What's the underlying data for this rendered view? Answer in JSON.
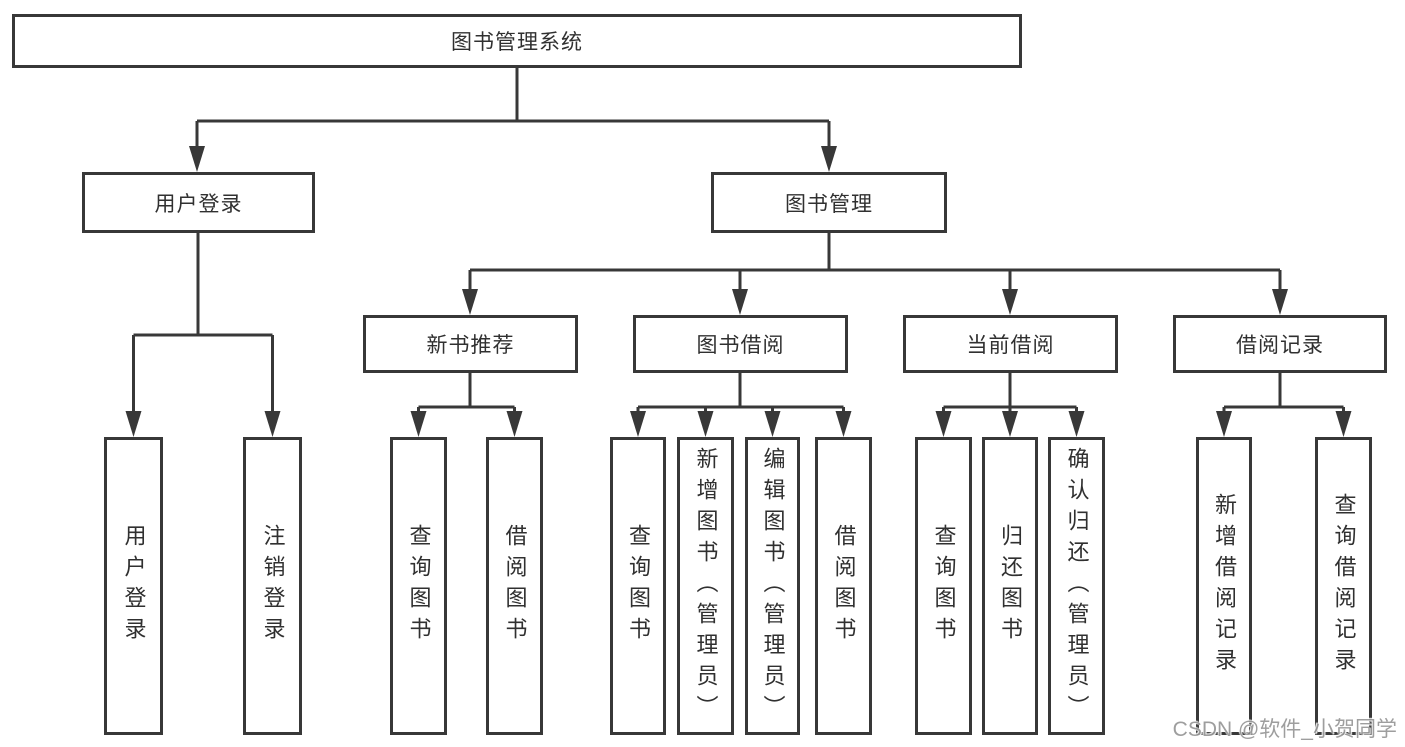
{
  "diagram_type": "hierarchy-tree",
  "watermark": "CSDN @软件_小贺同学",
  "colors": {
    "line": "#383838",
    "box_border": "#383838",
    "box_background": "#ffffff",
    "text": "#303030",
    "watermark_text": "#949494"
  },
  "nodes": {
    "root": {
      "label": "图书管理系统"
    },
    "user_login": {
      "label": "用户登录"
    },
    "book_mgmt": {
      "label": "图书管理"
    },
    "new_book_rec": {
      "label": "新书推荐"
    },
    "book_borrow": {
      "label": "图书借阅"
    },
    "current_borrow": {
      "label": "当前借阅"
    },
    "borrow_records": {
      "label": "借阅记录"
    },
    "ul_login": {
      "label": "用户登录"
    },
    "ul_logout": {
      "label": "注销登录"
    },
    "nb_query": {
      "label": "查询图书"
    },
    "nb_borrow": {
      "label": "借阅图书"
    },
    "bb_query": {
      "label": "查询图书"
    },
    "bb_add": {
      "label": "新增图书（管理员）"
    },
    "bb_edit": {
      "label": "编辑图书（管理员）"
    },
    "bb_borrow": {
      "label": "借阅图书"
    },
    "cb_query": {
      "label": "查询图书"
    },
    "cb_return": {
      "label": "归还图书"
    },
    "cb_confirm": {
      "label": "确认归还（管理员）"
    },
    "br_add": {
      "label": "新增借阅记录"
    },
    "br_query": {
      "label": "查询借阅记录"
    }
  },
  "edges": [
    [
      "root",
      "user_login"
    ],
    [
      "root",
      "book_mgmt"
    ],
    [
      "user_login",
      "ul_login"
    ],
    [
      "user_login",
      "ul_logout"
    ],
    [
      "book_mgmt",
      "new_book_rec"
    ],
    [
      "book_mgmt",
      "book_borrow"
    ],
    [
      "book_mgmt",
      "current_borrow"
    ],
    [
      "book_mgmt",
      "borrow_records"
    ],
    [
      "new_book_rec",
      "nb_query"
    ],
    [
      "new_book_rec",
      "nb_borrow"
    ],
    [
      "book_borrow",
      "bb_query"
    ],
    [
      "book_borrow",
      "bb_add"
    ],
    [
      "book_borrow",
      "bb_edit"
    ],
    [
      "book_borrow",
      "bb_borrow"
    ],
    [
      "current_borrow",
      "cb_query"
    ],
    [
      "current_borrow",
      "cb_return"
    ],
    [
      "current_borrow",
      "cb_confirm"
    ],
    [
      "borrow_records",
      "br_add"
    ],
    [
      "borrow_records",
      "br_query"
    ]
  ]
}
